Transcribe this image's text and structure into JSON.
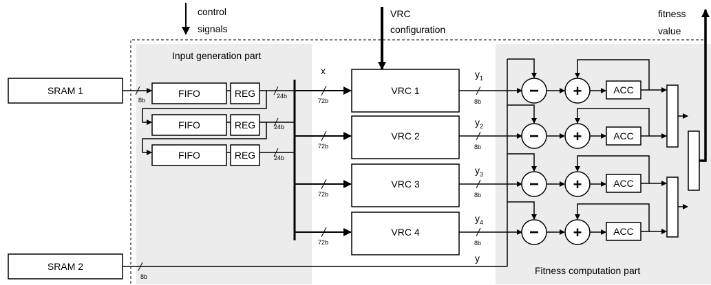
{
  "labels": {
    "control_line1": "control",
    "control_line2": "signals",
    "vrc_config_line1": "VRC",
    "vrc_config_line2": "configuration",
    "fitness_line1": "fitness",
    "fitness_line2": "value",
    "input_part": "Input generation part",
    "fitness_part": "Fitness computation part",
    "x": "x",
    "y": "y"
  },
  "sram": [
    "SRAM 1",
    "SRAM 2"
  ],
  "fifo_label": "FIFO",
  "reg_label": "REG",
  "acc_label": "ACC",
  "vrc": [
    "VRC 1",
    "VRC 2",
    "VRC 3",
    "VRC 4"
  ],
  "y_outputs": [
    {
      "base": "y",
      "sub": "1"
    },
    {
      "base": "y",
      "sub": "2"
    },
    {
      "base": "y",
      "sub": "3"
    },
    {
      "base": "y",
      "sub": "4"
    }
  ],
  "bus_widths": {
    "w8": "8b",
    "w24": "24b",
    "w72": "72b"
  },
  "ops": {
    "minus": "−",
    "plus": "+"
  }
}
